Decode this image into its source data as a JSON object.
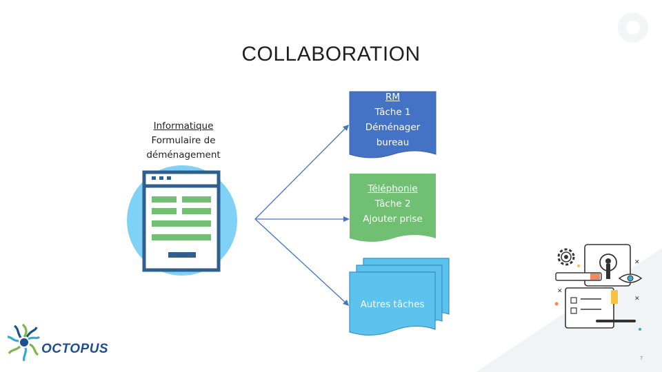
{
  "title": "COLLABORATION",
  "source": {
    "heading": "Informatique",
    "lines": [
      "Formulaire de",
      "déménagement"
    ]
  },
  "tasks": [
    {
      "heading": "RM",
      "lines": [
        "Tâche 1",
        "Déménager",
        "bureau"
      ],
      "color": "#4472c4"
    },
    {
      "heading": "Téléphonie",
      "lines": [
        "Tâche 2",
        "Ajouter prise"
      ],
      "color": "#70bf73"
    },
    {
      "heading": "",
      "lines": [
        "Autres tâches"
      ],
      "color": "#5bc3ee"
    }
  ],
  "logo": {
    "name": "OCTOPUS"
  },
  "page_number": "7",
  "colors": {
    "circle": "#7fd1f5",
    "arrow": "#4472c4",
    "form_green": "#70bf73",
    "form_frame": "#2f5f8f"
  }
}
